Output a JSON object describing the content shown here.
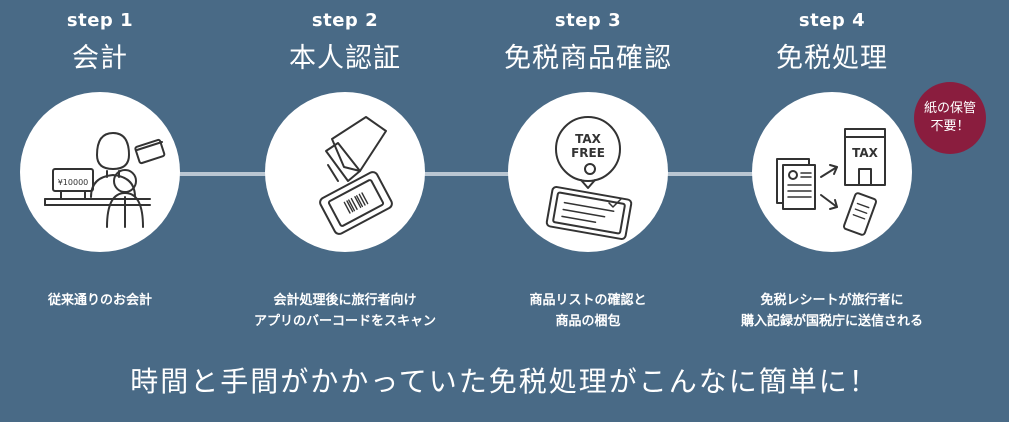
{
  "steps": [
    {
      "label": "step 1",
      "title": "会計",
      "desc_lines": [
        "従来通りのお会計"
      ],
      "register_display": "¥10000"
    },
    {
      "label": "step 2",
      "title": "本人認証",
      "desc_lines": [
        "会計処理後に旅行者向け",
        "アプリのバーコードをスキャン"
      ]
    },
    {
      "label": "step 3",
      "title": "免税商品確認",
      "desc_lines": [
        "商品リストの確認と",
        "商品の梱包"
      ],
      "tag_line1": "TAX",
      "tag_line2": "FREE"
    },
    {
      "label": "step 4",
      "title": "免税処理",
      "desc_lines": [
        "免税レシートが旅行者に",
        "購入記録が国税庁に送信される"
      ],
      "building_sign": "TAX"
    }
  ],
  "badge": {
    "line1": "紙の保管",
    "line2": "不要！"
  },
  "tagline": "時間と手間がかかっていた免税処理がこんなに簡単に！",
  "colors": {
    "background": "#496a86",
    "badge": "#8a1d3e",
    "connector": "#b9c6d2",
    "icon_stroke": "#333333"
  }
}
